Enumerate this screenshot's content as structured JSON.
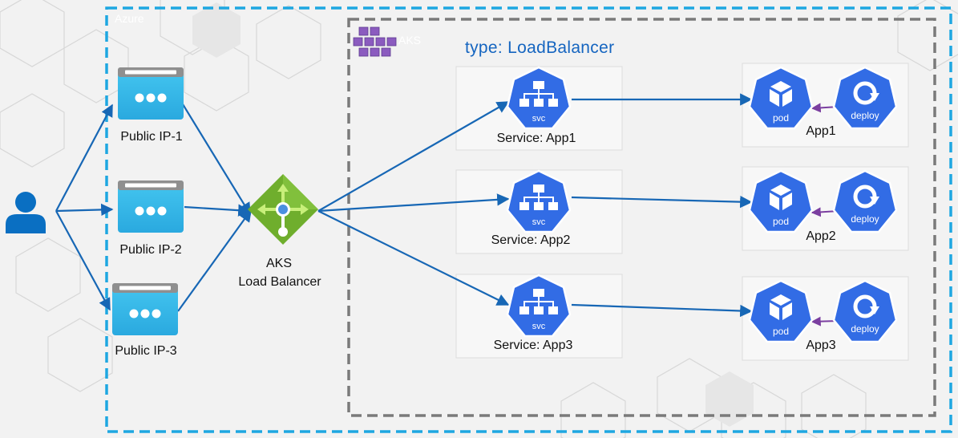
{
  "azure_label": "Azure",
  "aks_label": "AKS",
  "type_label": "type: LoadBalancer",
  "user_icon": "user-icon",
  "public_ips": [
    {
      "label": "Public IP-1"
    },
    {
      "label": "Public IP-2"
    },
    {
      "label": "Public IP-3"
    }
  ],
  "load_balancer": {
    "line1": "AKS",
    "line2": "Load Balancer"
  },
  "services": [
    {
      "label": "Service: App1",
      "icon_text": "svc"
    },
    {
      "label": "Service: App2",
      "icon_text": "svc"
    },
    {
      "label": "Service: App3",
      "icon_text": "svc"
    }
  ],
  "apps": [
    {
      "label": "App1",
      "pod": "pod",
      "deploy": "deploy"
    },
    {
      "label": "App2",
      "pod": "pod",
      "deploy": "deploy"
    },
    {
      "label": "App3",
      "pod": "pod",
      "deploy": "deploy"
    }
  ],
  "colors": {
    "azure_border": "#1ea7e1",
    "aks_border": "#7a7a7a",
    "arrow": "#1767b5",
    "k8s_blue": "#326ce5",
    "purple": "#7b3fa0",
    "lb_green": "#7cb82f",
    "ip_blue": "#2fb6e8",
    "user_blue": "#0a6fc2"
  }
}
